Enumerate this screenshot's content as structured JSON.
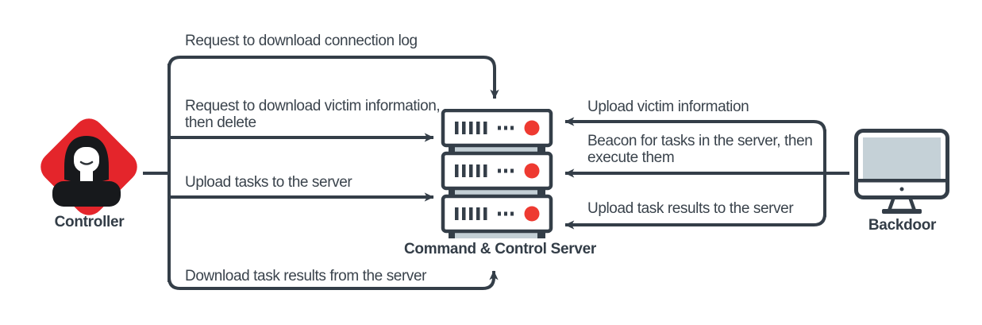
{
  "colors": {
    "line": "#343E48",
    "text": "#3A434C",
    "red_primary": "#E4252B",
    "red_dot": "#EE3A31",
    "screen": "#C5D1D7",
    "strip": "#C3CFD5",
    "figure_black": "#17191C"
  },
  "nodes": {
    "controller": {
      "label": "Controller"
    },
    "server": {
      "label": "Command & Control Server"
    },
    "backdoor": {
      "label": "Backdoor"
    }
  },
  "flows": {
    "controller_to_server": [
      {
        "label": "Request to download connection log"
      },
      {
        "label": "Request to download victim information,\nthen delete"
      },
      {
        "label": "Upload tasks to the server"
      },
      {
        "label": "Download task results from the server"
      }
    ],
    "backdoor_to_server": [
      {
        "label": "Upload victim information"
      },
      {
        "label": "Beacon for tasks in the server, then\nexecute them"
      },
      {
        "label": "Upload task results to the server"
      }
    ]
  }
}
